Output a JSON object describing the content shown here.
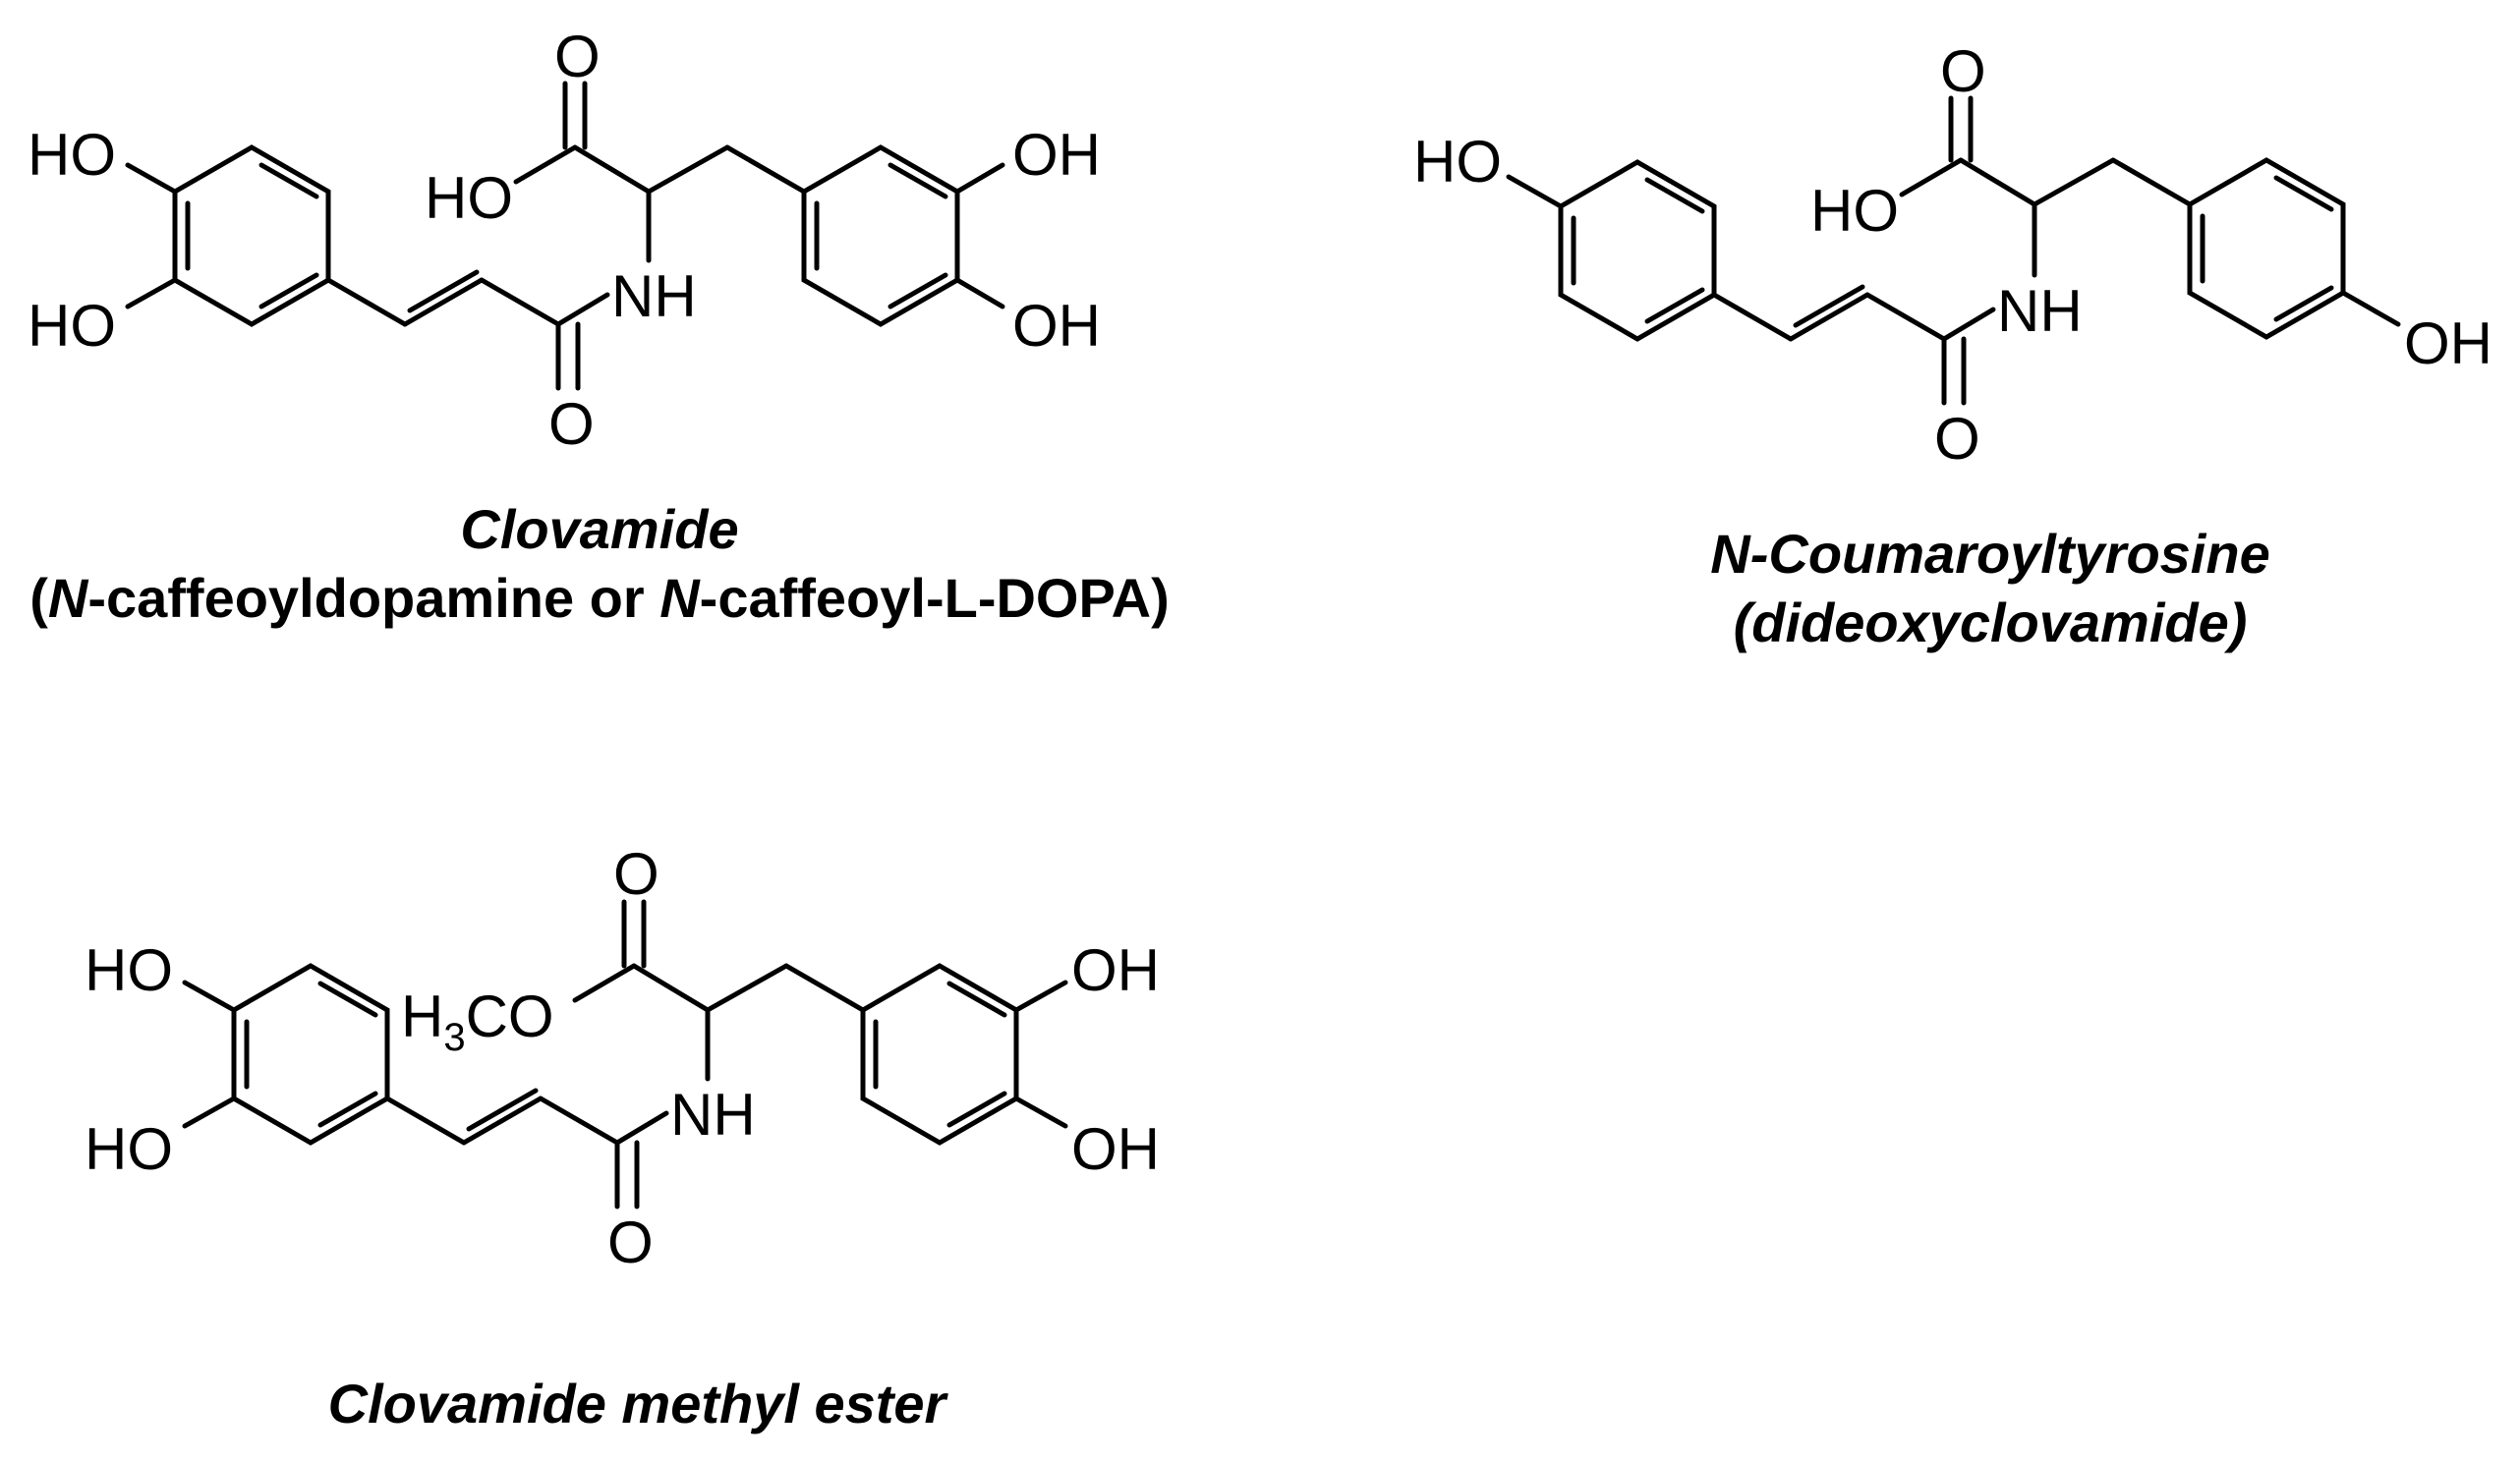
{
  "structures": [
    {
      "id": "clovamide",
      "caption_lines": [
        [
          {
            "text": "Clovamide",
            "italic": true
          }
        ],
        [
          {
            "text": "(",
            "italic": false
          },
          {
            "text": "N",
            "italic": true
          },
          {
            "text": "-caffeoyldopamine or ",
            "italic": false
          },
          {
            "text": "N",
            "italic": true
          },
          {
            "text": "-caffeoyl-L-DOPA)",
            "italic": false
          }
        ]
      ],
      "labels": {
        "ho_top": "HO",
        "ho_bottom": "HO",
        "acid_o": "O",
        "acid_ho": "HO",
        "nh": "NH",
        "amide_o": "O",
        "oh_top": "OH",
        "oh_bottom": "OH"
      }
    },
    {
      "id": "coumaroyltyrosine",
      "caption_lines": [
        [
          {
            "text": "N-Coumaroyltyrosine",
            "italic": true
          }
        ],
        [
          {
            "text": "(dideoxyclovamide)",
            "italic": true
          }
        ]
      ],
      "labels": {
        "ho_left": "HO",
        "acid_o": "O",
        "acid_ho": "HO",
        "nh": "NH",
        "amide_o": "O",
        "oh_right": "OH"
      }
    },
    {
      "id": "clovamide-methyl-ester",
      "caption_lines": [
        [
          {
            "text": "Clovamide methyl ester",
            "italic": true
          }
        ]
      ],
      "labels": {
        "ho_top": "HO",
        "ho_bottom": "HO",
        "ester_o": "O",
        "methoxy_h": "H",
        "methoxy_sub": "3",
        "methoxy_co": "CO",
        "nh": "NH",
        "amide_o": "O",
        "oh_top": "OH",
        "oh_bottom": "OH"
      }
    }
  ]
}
